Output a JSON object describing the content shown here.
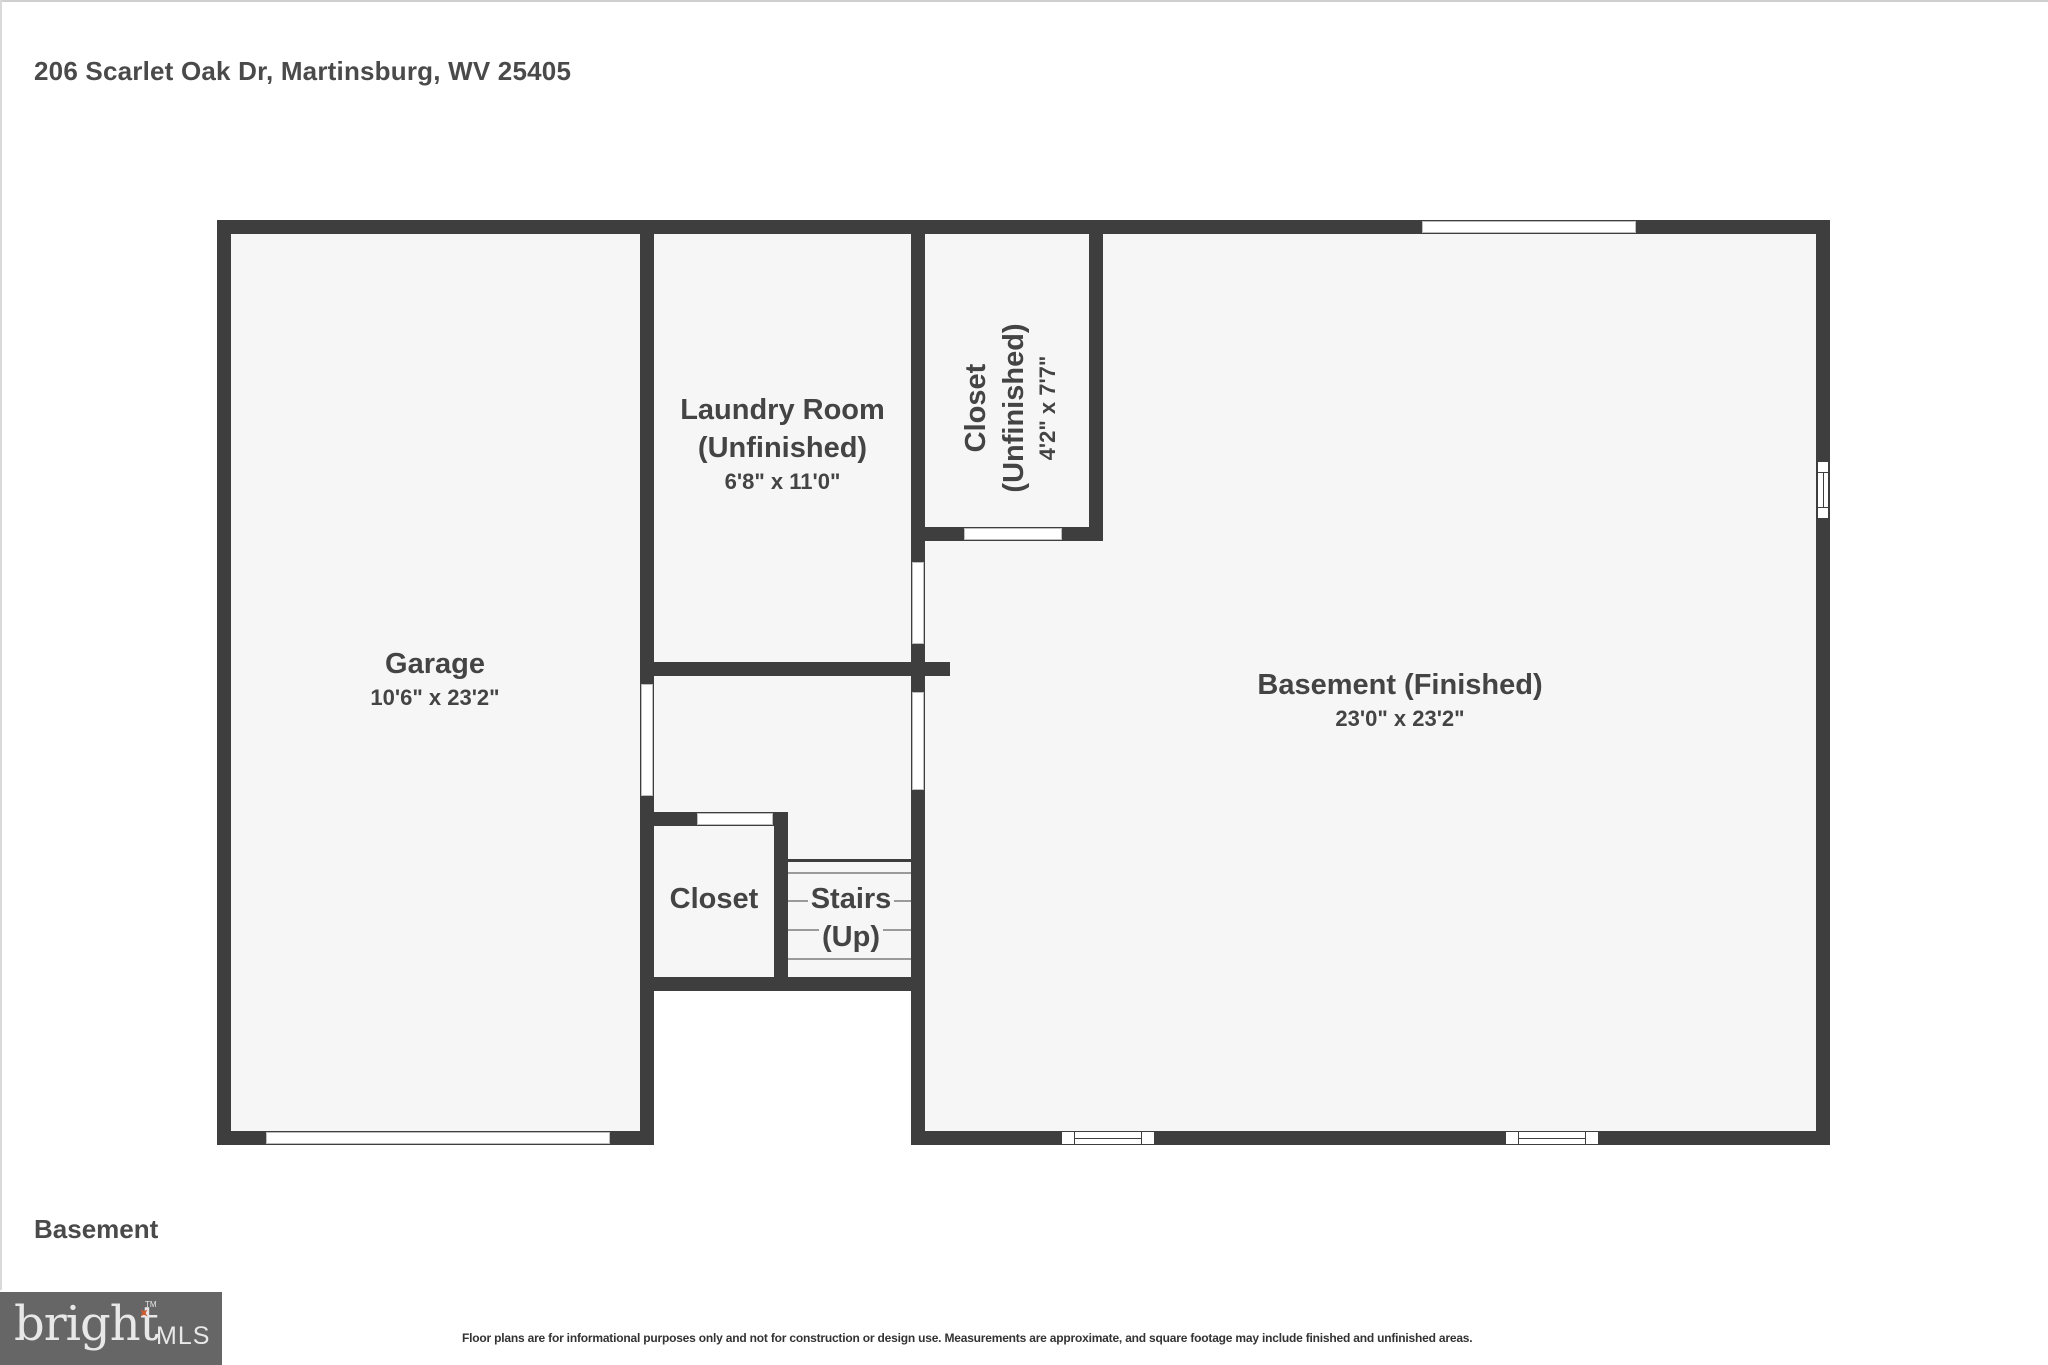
{
  "header": {
    "address": "206 Scarlet Oak Dr, Martinsburg, WV 25405"
  },
  "floor": {
    "label": "Basement"
  },
  "rooms": [
    {
      "id": "garage",
      "name": "Garage",
      "dimensions": "10'6\" x 23'2\""
    },
    {
      "id": "laundry",
      "name_line1": "Laundry Room",
      "name_line2": "(Unfinished)",
      "dimensions": "6'8\" x 11'0\""
    },
    {
      "id": "closet-unfinished",
      "name_line1": "Closet",
      "name_line2": "(Unfinished)",
      "dimensions": "4'2\" x 7'7\""
    },
    {
      "id": "basement",
      "name": "Basement (Finished)",
      "dimensions": "23'0\" x 23'2\""
    },
    {
      "id": "closet",
      "name": "Closet"
    },
    {
      "id": "stairs",
      "name_line1": "Stairs",
      "name_line2": "(Up)"
    }
  ],
  "footer": {
    "disclaimer": "Floor plans are for informational purposes only and not for construction or design use. Measurements are approximate, and square footage may include finished and unfinished areas.",
    "logo_word": "bright",
    "logo_suffix": "MLS",
    "logo_tm": "TM"
  },
  "colors": {
    "wall": "#3e3e3e",
    "floor": "#f6f6f6",
    "text": "#444444",
    "logo_bg": "#666666",
    "logo_accent": "#d35a2e"
  }
}
